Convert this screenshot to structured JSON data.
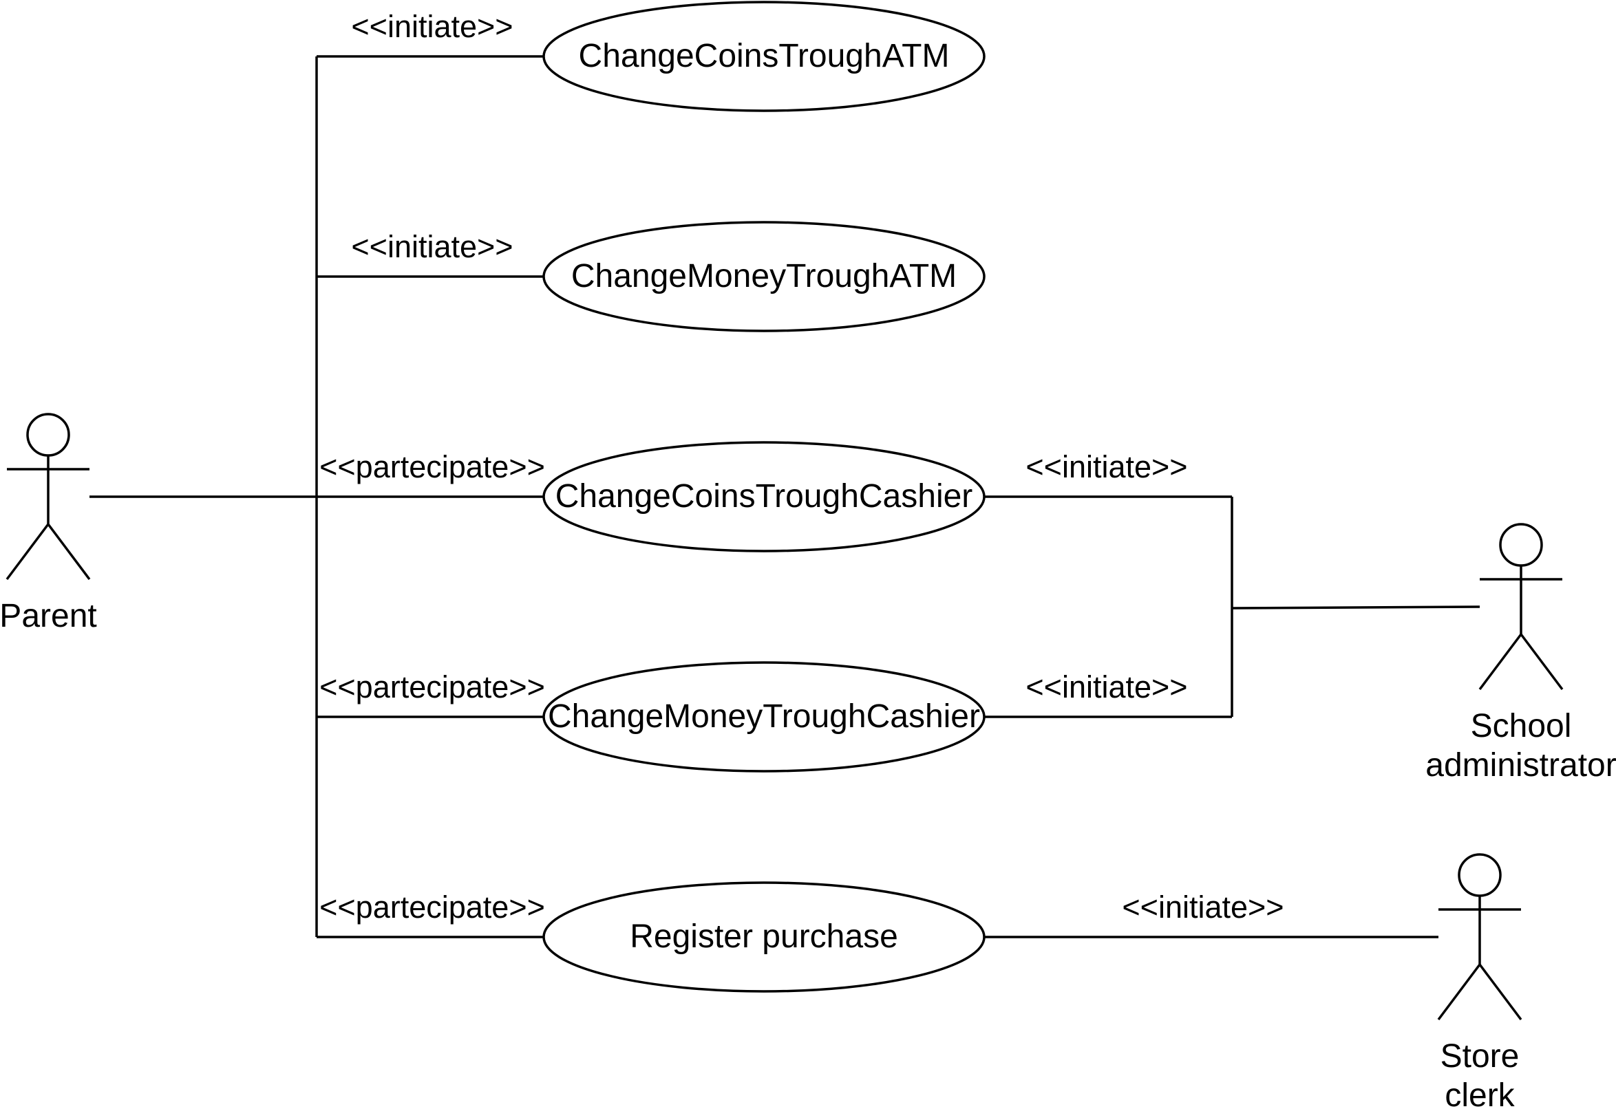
{
  "actors": {
    "parent": {
      "label_lines": [
        "Parent"
      ]
    },
    "school_admin": {
      "label_lines": [
        "School",
        "administrator"
      ]
    },
    "store_clerk": {
      "label_lines": [
        "Store",
        "clerk"
      ]
    }
  },
  "use_cases": {
    "uc1": "ChangeCoinsTroughATM",
    "uc2": "ChangeMoneyTroughATM",
    "uc3": "ChangeCoinsTroughCashier",
    "uc4": "ChangeMoneyTroughCashier",
    "uc5": "Register purchase"
  },
  "stereotypes": {
    "parent_uc1": "<<initiate>>",
    "parent_uc2": "<<initiate>>",
    "parent_uc3": "<<partecipate>>",
    "parent_uc4": "<<partecipate>>",
    "parent_uc5": "<<partecipate>>",
    "admin_uc3": "<<initiate>>",
    "admin_uc4": "<<initiate>>",
    "clerk_uc5": "<<initiate>>"
  }
}
